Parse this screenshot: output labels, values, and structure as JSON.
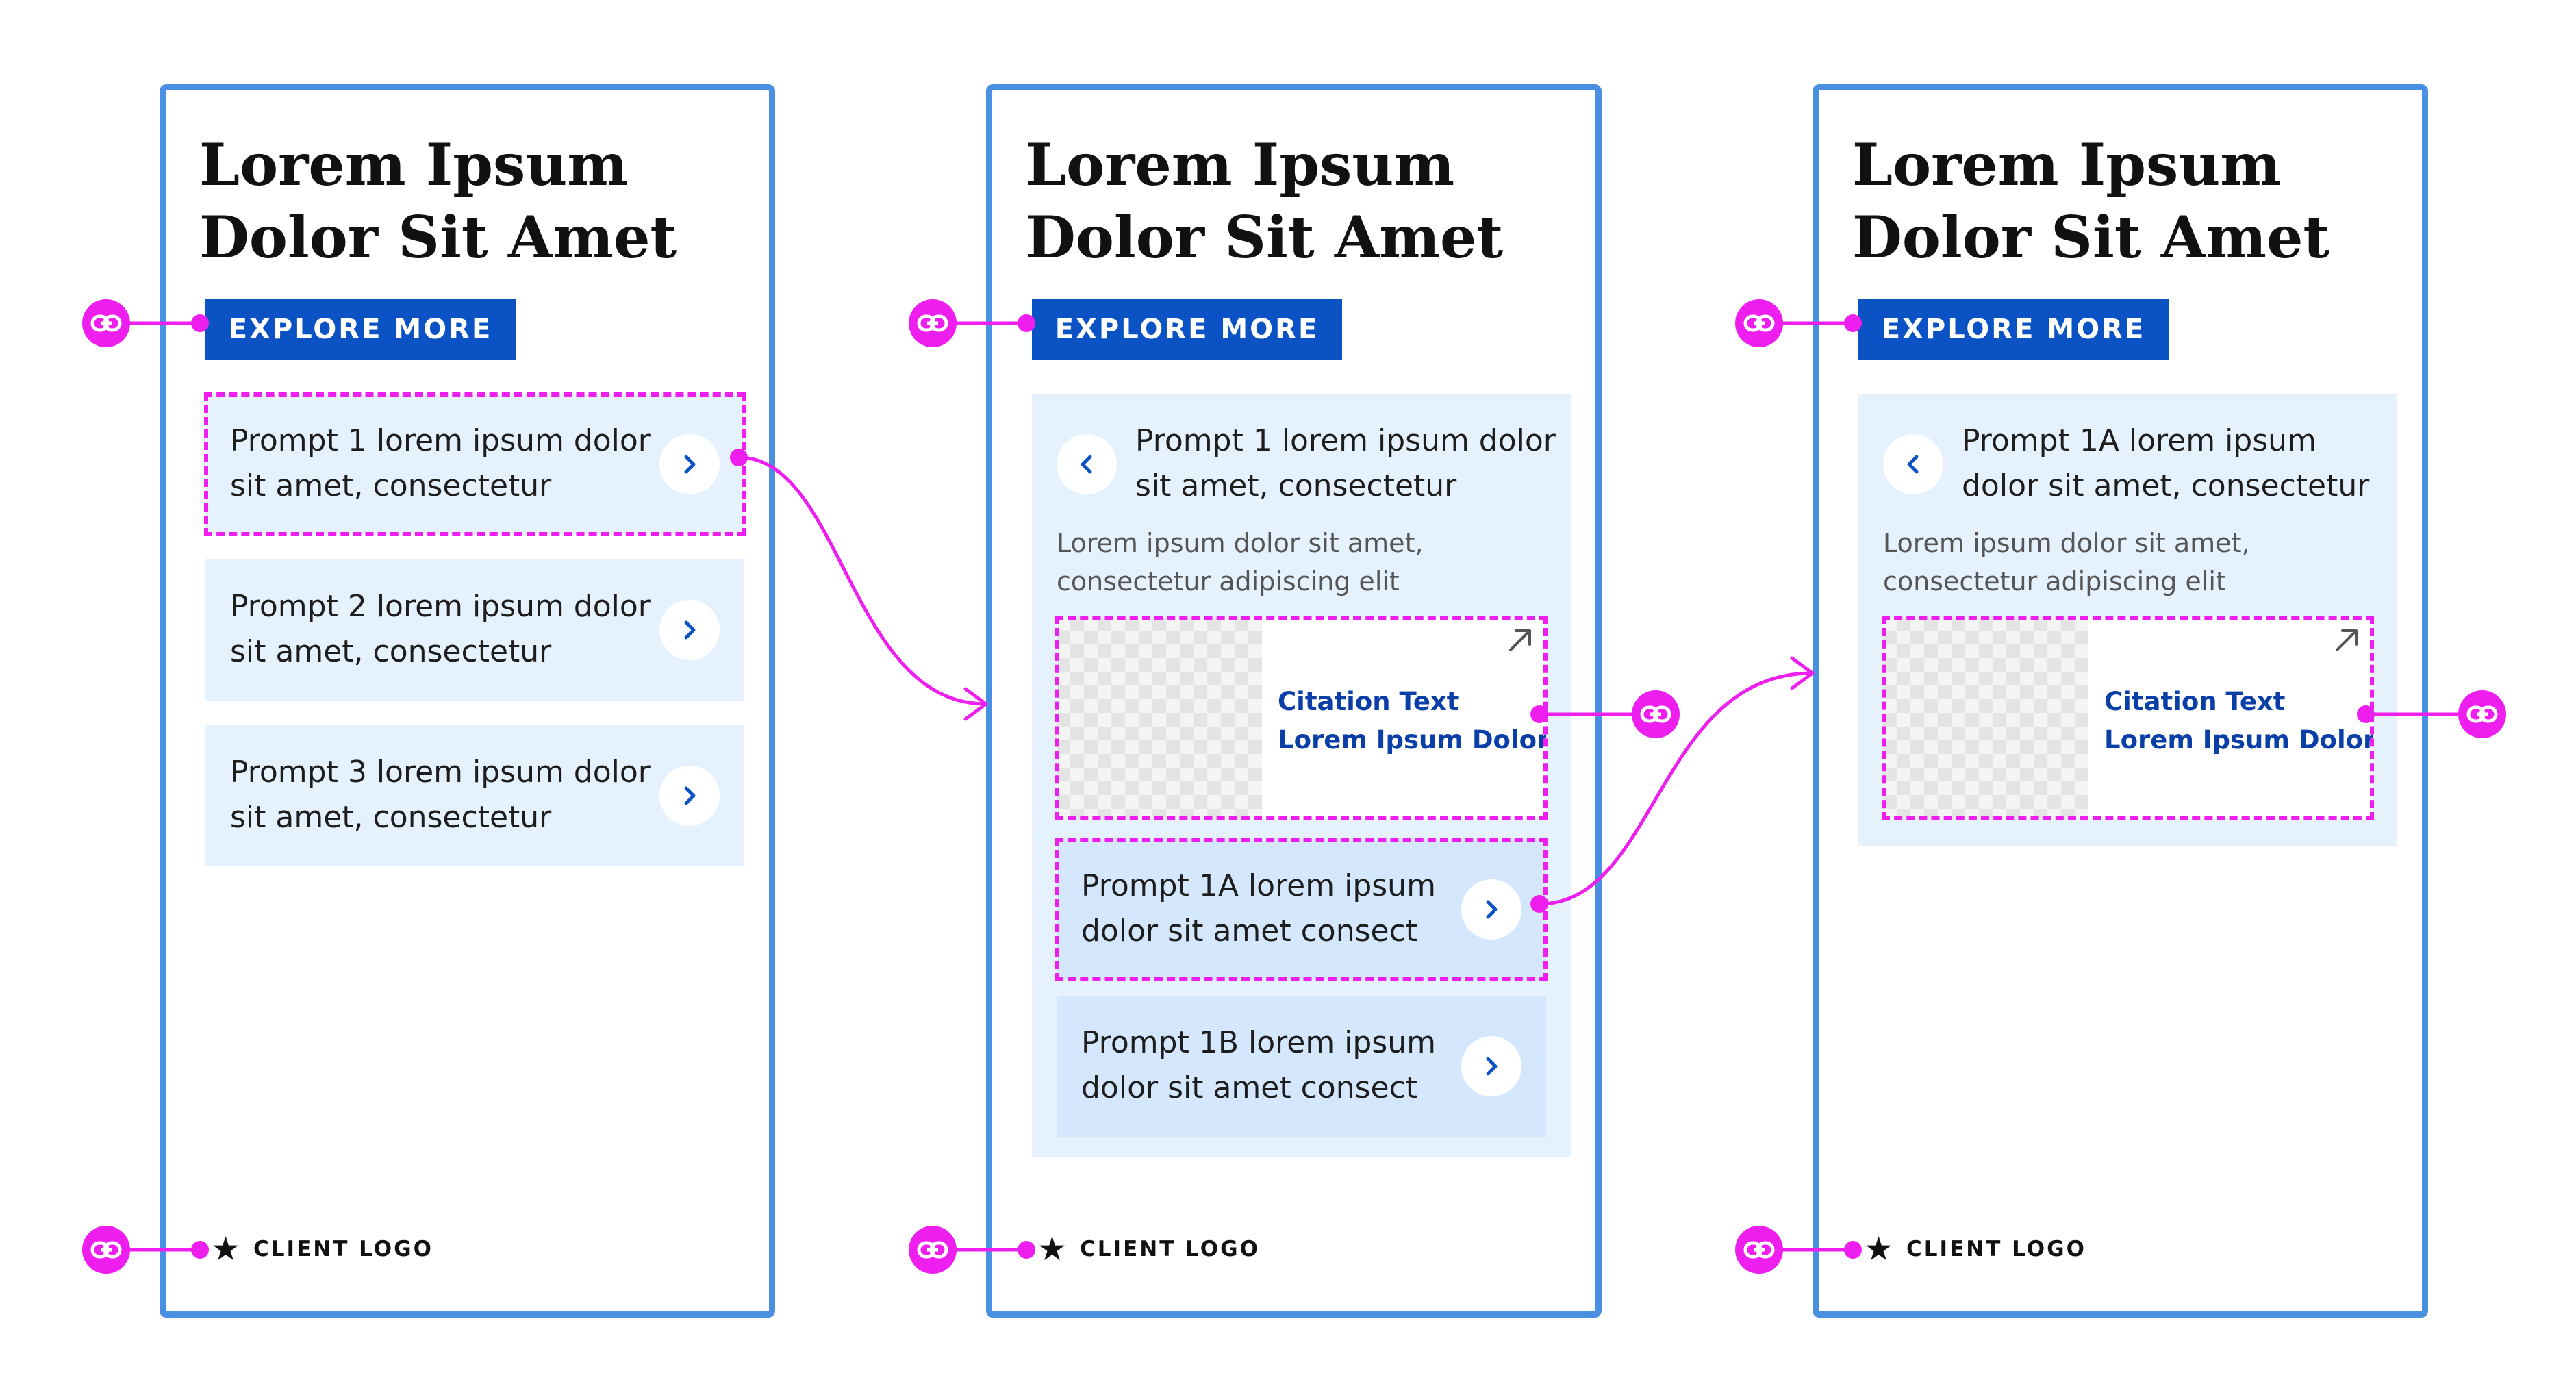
{
  "frames": [
    {
      "title_line1": "Lorem Ipsum",
      "title_line2": "Dolor Sit Amet",
      "explore_label": "EXPLORE MORE",
      "prompts": [
        {
          "line1": "Prompt 1 lorem ipsum dolor",
          "line2": "sit amet, consectetur"
        },
        {
          "line1": "Prompt 2 lorem ipsum dolor",
          "line2": "sit amet, consectetur"
        },
        {
          "line1": "Prompt 3 lorem ipsum dolor",
          "line2": "sit amet, consectetur"
        }
      ],
      "logo_label": "CLIENT LOGO"
    },
    {
      "title_line1": "Lorem Ipsum",
      "title_line2": "Dolor Sit Amet",
      "explore_label": "EXPLORE MORE",
      "active_prompt": {
        "line1": "Prompt 1 lorem ipsum dolor",
        "line2": "sit amet, consectetur"
      },
      "description": {
        "line1": "Lorem ipsum dolor sit amet,",
        "line2": "consectetur adipiscing elit"
      },
      "citation": {
        "line1": "Citation Text",
        "line2": "Lorem Ipsum Dolor"
      },
      "sub_prompts": [
        {
          "line1": "Prompt 1A lorem ipsum",
          "line2": "dolor sit amet consect"
        },
        {
          "line1": "Prompt 1B lorem ipsum",
          "line2": "dolor sit amet consect"
        }
      ],
      "logo_label": "CLIENT LOGO"
    },
    {
      "title_line1": "Lorem Ipsum",
      "title_line2": "Dolor Sit Amet",
      "explore_label": "EXPLORE MORE",
      "active_prompt": {
        "line1": "Prompt 1A lorem ipsum",
        "line2": "dolor sit amet, consectetur"
      },
      "description": {
        "line1": "Lorem ipsum dolor sit amet,",
        "line2": "consectetur adipiscing elit"
      },
      "citation": {
        "line1": "Citation Text",
        "line2": "Lorem Ipsum Dolor"
      },
      "logo_label": "CLIENT LOGO"
    }
  ],
  "colors": {
    "frame_border": "#4a90e2",
    "button_blue": "#0b53c4",
    "card_bg": "#e6f1fe",
    "sub_card_bg": "#d4e7fd",
    "annotation": "#ee1fee",
    "citation_text": "#0b3fa8"
  },
  "icons": [
    "link-icon",
    "chevron-right-icon",
    "chevron-left-icon",
    "external-link-icon",
    "star-icon"
  ]
}
